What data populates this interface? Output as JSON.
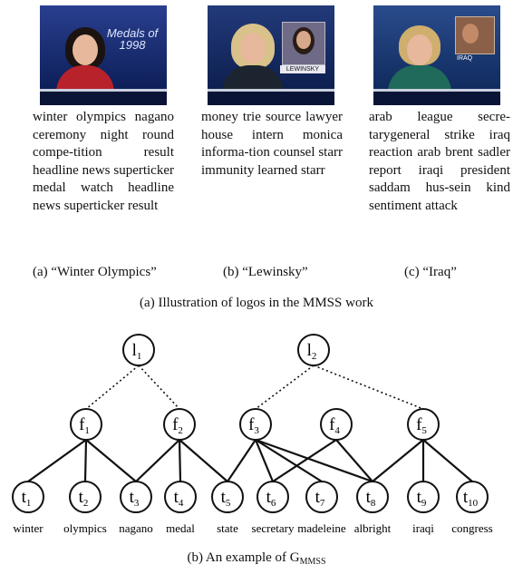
{
  "panel_a": {
    "items": [
      {
        "overlay_text": "Medals of 1998",
        "description": "winter olympics nagano ceremony night round compe-tition result headline news superticker medal watch headline news superticker result",
        "subcaption": "(a) “Winter Olympics”"
      },
      {
        "overlay_text": "LEWINSKY",
        "description": "money trie source lawyer house intern monica informa-tion counsel starr immunity learned starr",
        "subcaption": "(b) “Lewinsky”"
      },
      {
        "overlay_text": "IRAQ",
        "description": "arab league secre-tarygeneral strike iraq reaction arab brent sadler report iraqi president saddam hus-sein kind sentiment attack",
        "subcaption": "(c) “Iraq”"
      }
    ],
    "caption": "(a) Illustration of logos in the MMSS work"
  },
  "panel_b": {
    "caption_main": "(b) An example of G",
    "caption_sub": "MMSS",
    "logos": [
      {
        "label": "l",
        "sub": "1"
      },
      {
        "label": "l",
        "sub": "2"
      }
    ],
    "features": [
      {
        "label": "f",
        "sub": "1"
      },
      {
        "label": "f",
        "sub": "2"
      },
      {
        "label": "f",
        "sub": "3"
      },
      {
        "label": "f",
        "sub": "4"
      },
      {
        "label": "f",
        "sub": "5"
      }
    ],
    "terms": [
      {
        "label": "t",
        "sub": "1",
        "word": "winter"
      },
      {
        "label": "t",
        "sub": "2",
        "word": "olympics"
      },
      {
        "label": "t",
        "sub": "3",
        "word": "nagano"
      },
      {
        "label": "t",
        "sub": "4",
        "word": "medal"
      },
      {
        "label": "t",
        "sub": "5",
        "word": "state"
      },
      {
        "label": "t",
        "sub": "6",
        "word": "secretary"
      },
      {
        "label": "t",
        "sub": "7",
        "word": "madeleine"
      },
      {
        "label": "t",
        "sub": "8",
        "word": "albright"
      },
      {
        "label": "t",
        "sub": "9",
        "word": "iraqi"
      },
      {
        "label": "t",
        "sub": "10",
        "word": "congress"
      }
    ],
    "logo_feature_links": [
      [
        0,
        0
      ],
      [
        0,
        1
      ],
      [
        1,
        2
      ],
      [
        1,
        4
      ]
    ],
    "feature_term_links": [
      [
        0,
        0
      ],
      [
        0,
        1
      ],
      [
        0,
        2
      ],
      [
        1,
        2
      ],
      [
        1,
        3
      ],
      [
        1,
        4
      ],
      [
        2,
        4
      ],
      [
        2,
        5
      ],
      [
        2,
        6
      ],
      [
        2,
        7
      ],
      [
        3,
        5
      ],
      [
        3,
        7
      ],
      [
        4,
        7
      ],
      [
        4,
        8
      ],
      [
        4,
        9
      ]
    ]
  }
}
